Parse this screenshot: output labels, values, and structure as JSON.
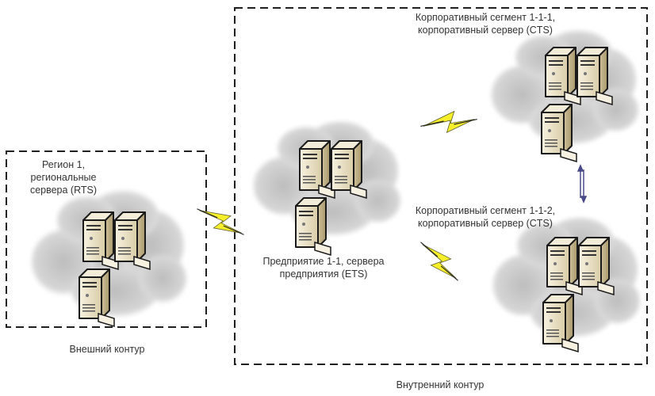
{
  "title": "Network topology: external and internal contours",
  "colors": {
    "border": "#1f1f1f",
    "cloud": "#cfcfcf",
    "server_body": "#efe6cf",
    "bolt": "#f6ef2a",
    "arrow": "#4a4a8a"
  },
  "contours": {
    "external": {
      "label": "Внешний контур"
    },
    "internal": {
      "label": "Внутренний контур"
    }
  },
  "nodes": [
    {
      "id": "region",
      "label_lines": [
        "Регион 1,",
        "региональные",
        "сервера (RTS)"
      ],
      "servers": 3,
      "icon": "server-cluster-icon"
    },
    {
      "id": "enterprise",
      "label_lines": [
        "Предприятие 1-1, сервера",
        "предприятия (ETS)"
      ],
      "servers": 3,
      "icon": "server-cluster-icon"
    },
    {
      "id": "corp1",
      "label_lines": [
        "Корпоративный сегмент 1-1-1,",
        "корпоративный сервер (CTS)"
      ],
      "servers": 3,
      "icon": "server-cluster-icon"
    },
    {
      "id": "corp2",
      "label_lines": [
        "Корпоративный сегмент 1-1-2,",
        "корпоративный сервер (CTS)"
      ],
      "servers": 3,
      "icon": "server-cluster-icon"
    }
  ],
  "links": [
    {
      "from": "region",
      "to": "enterprise",
      "type": "wireless",
      "icon": "lightning-icon"
    },
    {
      "from": "enterprise",
      "to": "corp1",
      "type": "wireless",
      "icon": "lightning-icon"
    },
    {
      "from": "enterprise",
      "to": "corp2",
      "type": "wireless",
      "icon": "lightning-icon"
    },
    {
      "from": "corp1",
      "to": "corp2",
      "type": "bidirectional",
      "icon": "double-arrow-icon"
    }
  ]
}
